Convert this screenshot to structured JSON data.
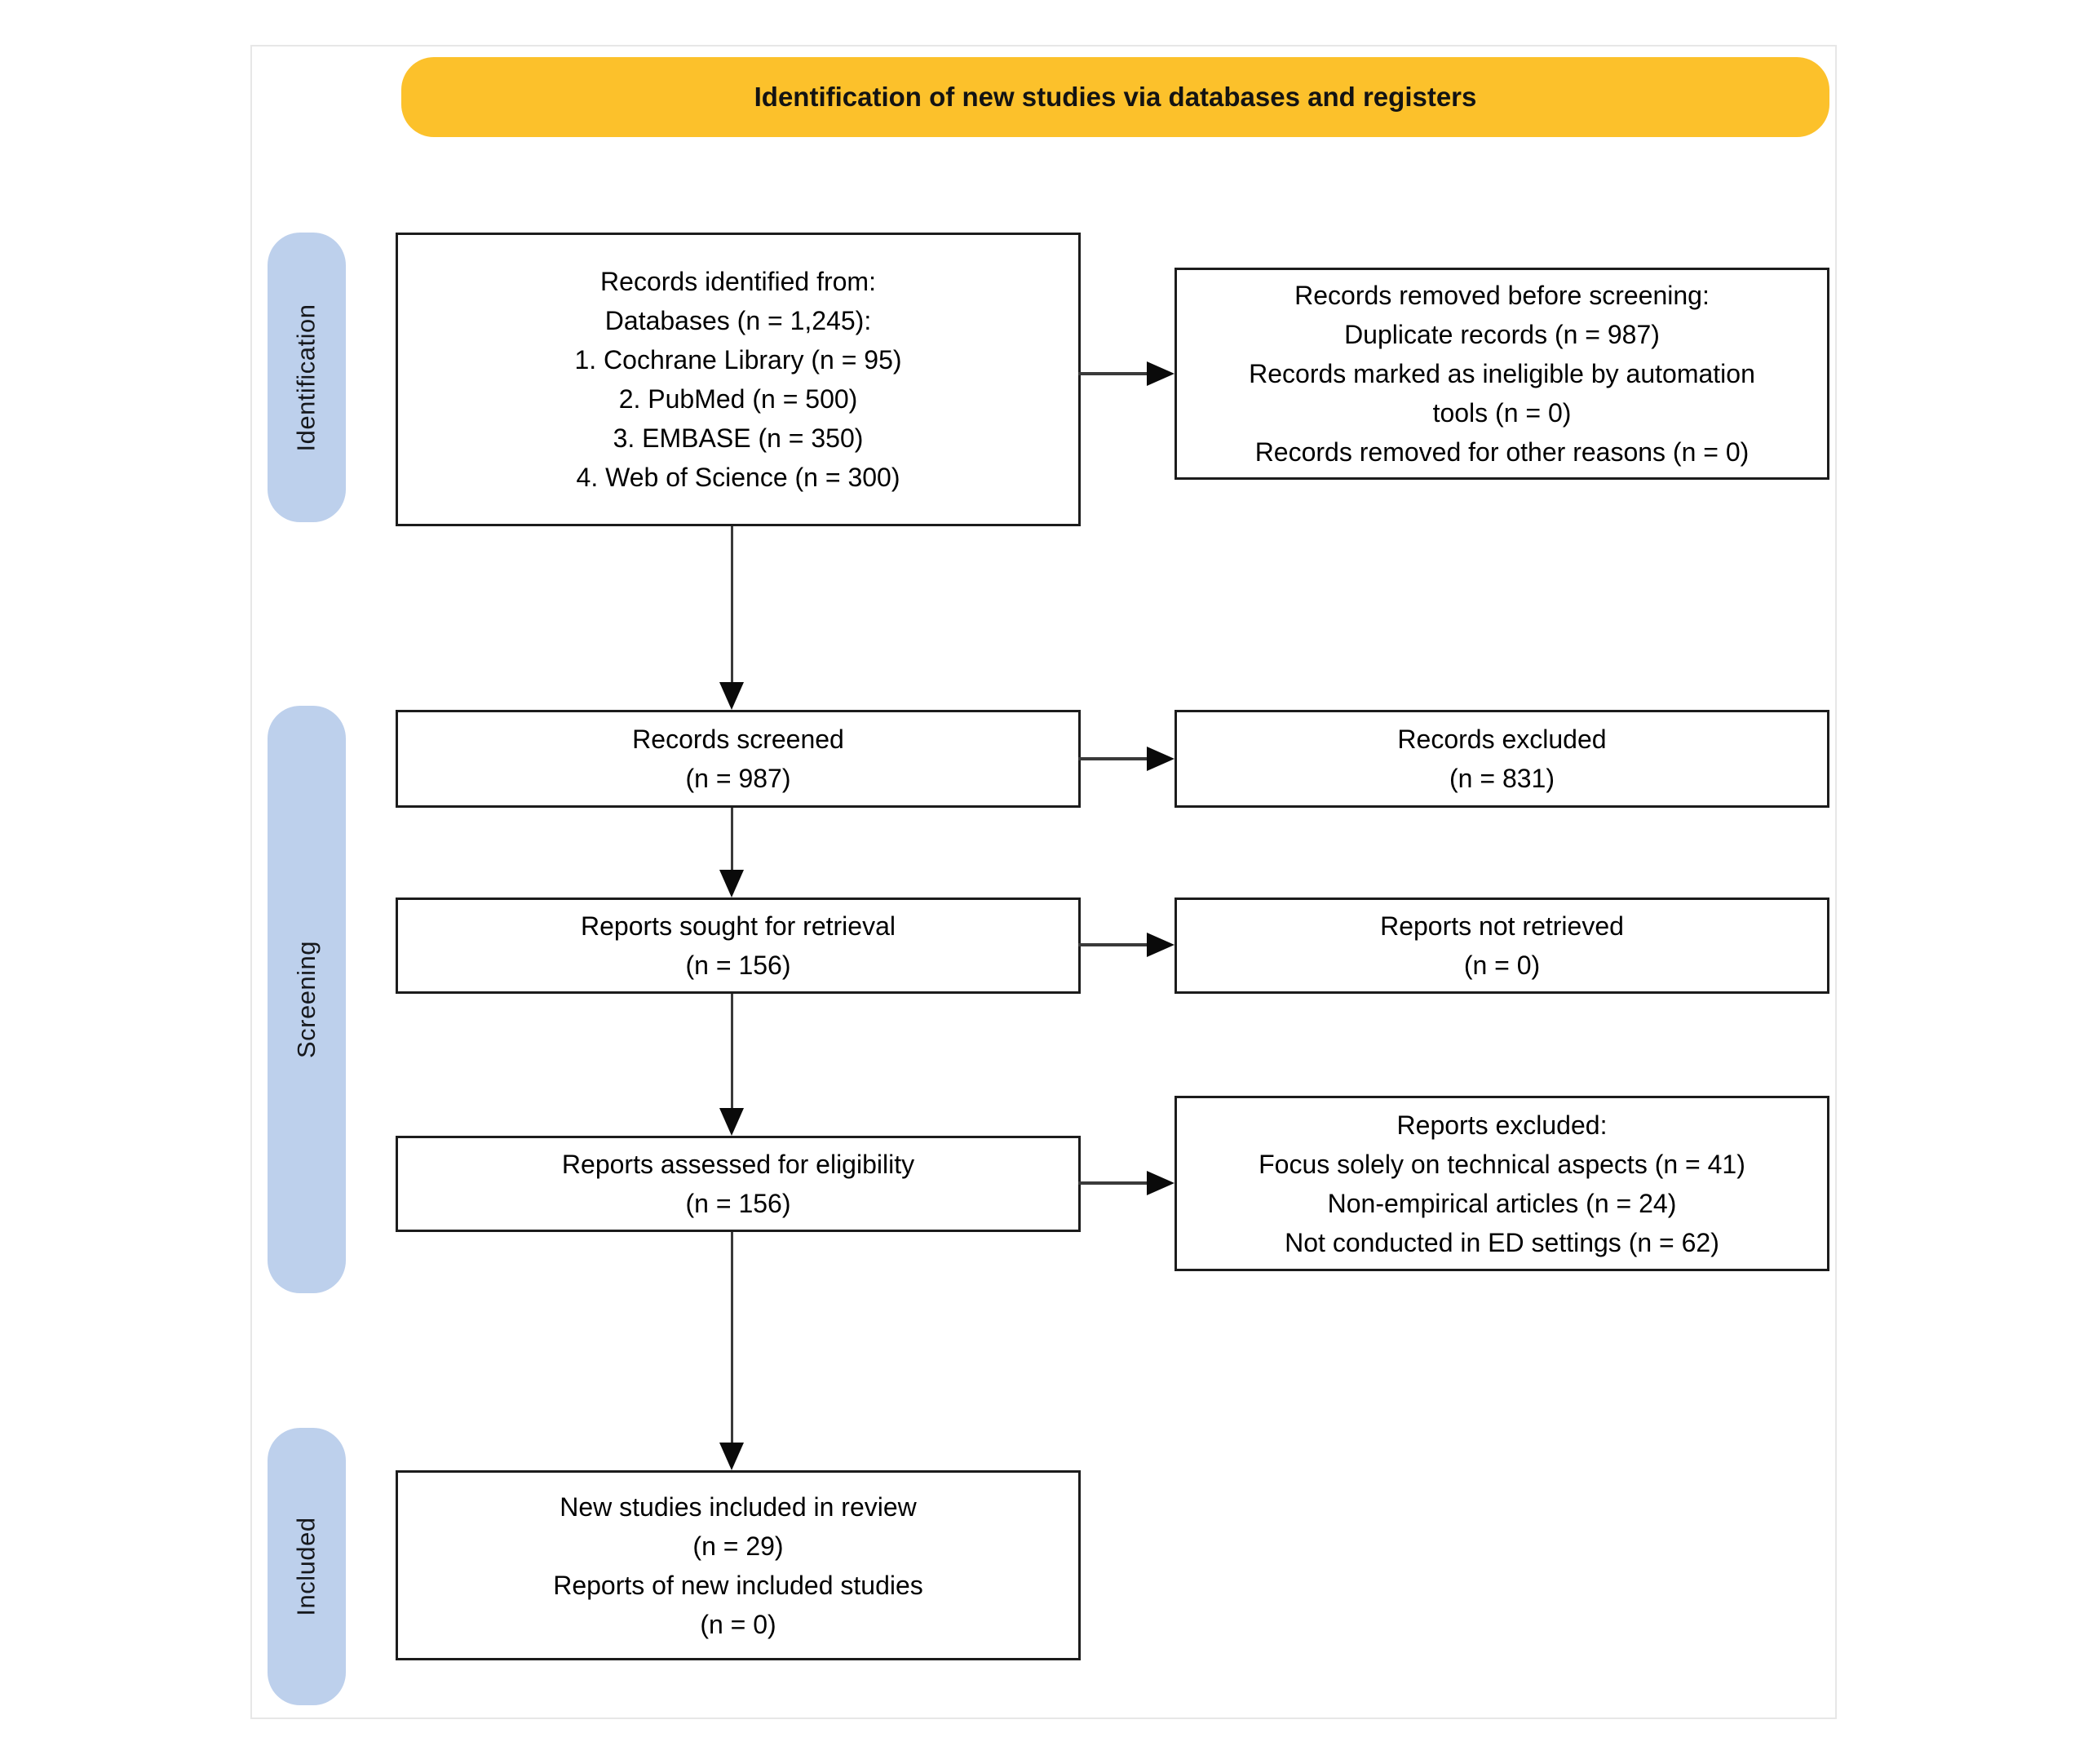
{
  "title_banner": "Identification of new studies via databases and registers",
  "stages": {
    "identification": "Identification",
    "screening": "Screening",
    "included": "Included"
  },
  "boxes": {
    "records_identified": {
      "lines": [
        "Records identified from:",
        "Databases (n = 1,245):",
        "1. Cochrane Library (n = 95)",
        "2. PubMed (n = 500)",
        "3. EMBASE (n = 350)",
        "4. Web of Science (n = 300)"
      ]
    },
    "records_removed": {
      "lines": [
        "Records removed before screening:",
        "Duplicate records (n = 987)",
        "Records marked as ineligible by automation",
        "tools (n = 0)",
        "Records removed for other reasons (n = 0)"
      ]
    },
    "records_screened": {
      "lines": [
        "Records screened",
        "(n = 987)"
      ]
    },
    "records_excluded": {
      "lines": [
        "Records excluded",
        "(n = 831)"
      ]
    },
    "reports_sought": {
      "lines": [
        "Reports sought for retrieval",
        "(n = 156)"
      ]
    },
    "reports_not_retrieved": {
      "lines": [
        "Reports not retrieved",
        "(n = 0)"
      ]
    },
    "reports_assessed": {
      "lines": [
        "Reports assessed for eligibility",
        "(n = 156)"
      ]
    },
    "reports_excluded": {
      "lines": [
        "Reports excluded:",
        "Focus solely on technical aspects (n = 41)",
        "Non-empirical articles (n = 24)",
        "Not conducted in ED settings (n = 62)"
      ]
    },
    "new_studies_included": {
      "lines": [
        "New studies included in review",
        "(n = 29)",
        "Reports of new included studies",
        "(n = 0)"
      ]
    }
  },
  "colors": {
    "banner_bg": "#fcc12b",
    "stage_bg": "#bdd0ec",
    "box_border": "#1c1c1c",
    "arrow": "#3a3a3a",
    "frame_border": "#e7e7e7"
  }
}
